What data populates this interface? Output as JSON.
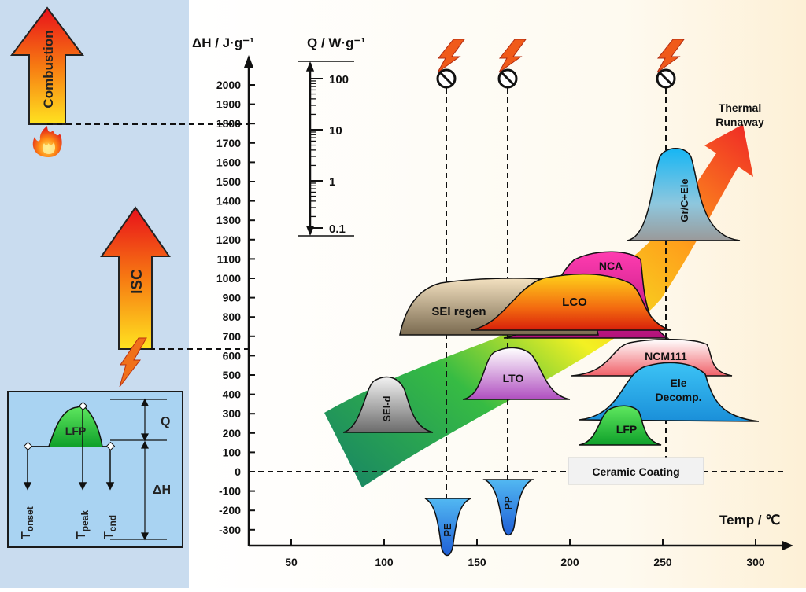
{
  "labels": {
    "combustion": "Combustion",
    "isc": "ISC",
    "lfp": "LFP",
    "q": "Q",
    "dh": "ΔH",
    "t_main": "T",
    "t_onset_sub": "onset",
    "t_peak_sub": "peak",
    "t_end_sub": "end",
    "y_axis_title": "ΔH / J·g⁻¹",
    "q_axis_title": "Q / W·g⁻¹",
    "x_axis_title": "Temp / ℃",
    "thermal_runaway": [
      "Thermal",
      "Runaway"
    ],
    "ceramic": "Ceramic Coating",
    "sei_regen": "SEI regen",
    "lco": "LCO",
    "nca": "NCA",
    "gr": "Gr/C+Ele",
    "ncm": "NCM111",
    "ele": [
      "Ele",
      "Decomp."
    ],
    "lto": "LTO",
    "seid": "SEI-d",
    "lfp_peak": "LFP",
    "pe": "PE",
    "pp": "PP"
  },
  "y_ticks": [
    "2000",
    "1900",
    "1800",
    "1700",
    "1600",
    "1500",
    "1400",
    "1300",
    "1200",
    "1100",
    "1000",
    "900",
    "800",
    "700",
    "600",
    "500",
    "400",
    "300",
    "200",
    "100",
    "0",
    "-100",
    "-200",
    "-300"
  ],
  "x_ticks": [
    "50",
    "100",
    "150",
    "200",
    "250",
    "300"
  ],
  "q_ticks": [
    "100",
    "10",
    "1",
    "0.1"
  ],
  "colors": {
    "left_panel": "#c8dcf0",
    "chart_bg": "#fdf6e3",
    "inset_bg": "#a9d3f2",
    "lfp_green": "#22cc22",
    "blue_peak": "#29a3e8",
    "nca_magenta": "#e21a9e",
    "lco_orange": "#f26a10"
  }
}
